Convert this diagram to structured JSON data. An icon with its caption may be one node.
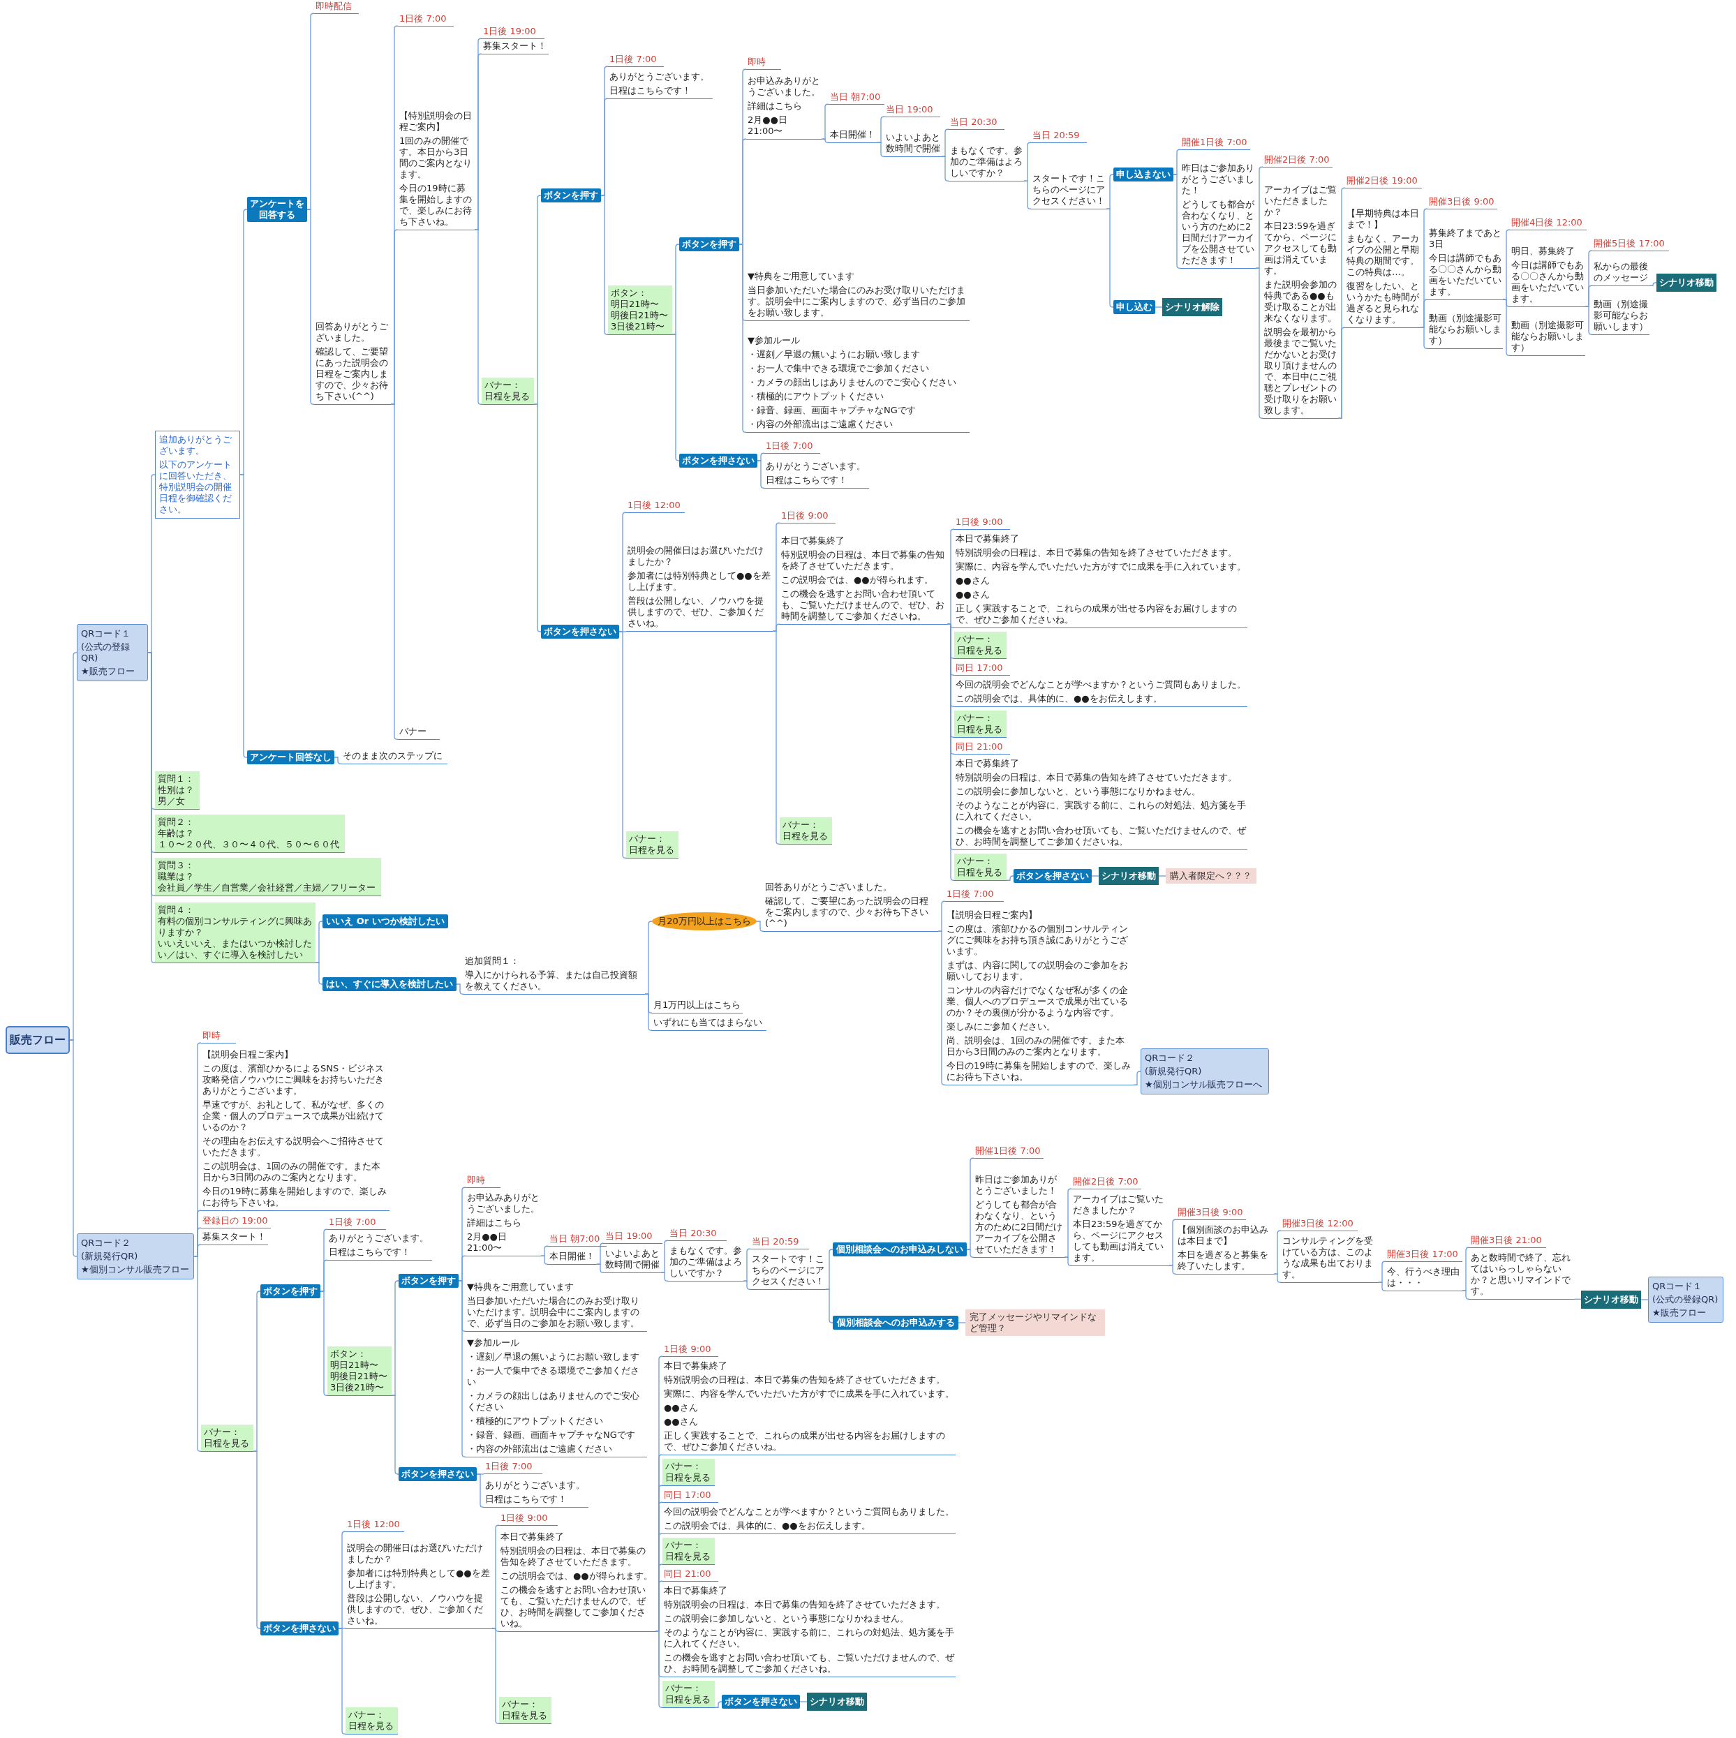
{
  "diagram": {
    "nodes": [
      {
        "text": [
          "販売フロー"
        ]
      },
      {
        "text": [
          "QRコード１",
          "(公式の登録QR)",
          "★販売フロー"
        ]
      },
      {
        "text": [
          "追加ありがとうございます。",
          "以下のアンケートに回答いただき、特別説明会の開催日程を御確認ください。"
        ]
      },
      {
        "text": [
          "アンケートを回答する"
        ]
      },
      {
        "text": [
          "即時配信"
        ]
      },
      {
        "text": [
          "回答ありがとうございました。",
          "確認して、ご要望にあった説明会の日程をご案内しますので、少々お待ち下さい(^^)"
        ]
      },
      {
        "text": [
          "1日後 7:00"
        ]
      },
      {
        "text": [
          "【特別説明会の日程ご案内】",
          "1回のみの開催です。本日から3日間のご案内となります。",
          "今日の19時に募集を開始しますので、楽しみにお待ち下さいね。"
        ]
      },
      {
        "text": [
          "1日後 19:00"
        ]
      },
      {
        "text": [
          "募集スタート！"
        ]
      },
      {
        "text": [
          "バナー：",
          "日程を見る"
        ]
      },
      {
        "text": [
          "ボタンを押す"
        ]
      },
      {
        "text": [
          "1日後 7:00"
        ]
      },
      {
        "text": [
          "ありがとうございます。",
          "日程はこちらです！"
        ]
      },
      {
        "text": [
          "ボタン：",
          "明日21時〜",
          "明後日21時〜",
          "3日後21時〜"
        ]
      },
      {
        "text": [
          "ボタンを押す"
        ]
      },
      {
        "text": [
          "即時"
        ]
      },
      {
        "text": [
          "お申込みありがとうございました。",
          "詳細はこちら",
          "2月●●日21:00〜"
        ]
      },
      {
        "text": [
          "当日 朝7:00"
        ]
      },
      {
        "text": [
          "本日開催！"
        ]
      },
      {
        "text": [
          "当日 19:00"
        ]
      },
      {
        "text": [
          "いよいよあと数時間で開催"
        ]
      },
      {
        "text": [
          "当日 20:30"
        ]
      },
      {
        "text": [
          "まもなくです。参加のご準備はよろしいですか？"
        ]
      },
      {
        "text": [
          "当日 20:59"
        ]
      },
      {
        "text": [
          "スタートです！こちらのページにアクセスください！"
        ]
      },
      {
        "text": [
          "申し込まない"
        ]
      },
      {
        "text": [
          "開催1日後 7:00"
        ]
      },
      {
        "text": [
          "昨日はご参加ありがとうございました！",
          "どうしても都合が合わなくなり、という方のために2日間だけアーカイブを公開させていただきます！"
        ]
      },
      {
        "text": [
          "開催2日後 7:00"
        ]
      },
      {
        "text": [
          "アーカイブはご覧いただきましたか？",
          "本日23:59を過ぎてから、ページにアクセスしても動画は消えています。",
          "また説明会参加の特典である●●も受け取ることが出来なくなります。",
          "説明会を最初から最後までご覧いただかないとお受け取り頂けませんので、本日中にご視聴とプレゼントの受け取りをお願い致します。"
        ]
      },
      {
        "text": [
          "開催2日後 19:00"
        ]
      },
      {
        "text": [
          "【早期特典は本日まで！】",
          "まもなく、アーカイブの公開と早期特典の期間です。この特典は…。",
          "復習をしたい、というかたも時間が過ぎると見られなくなります。"
        ]
      },
      {
        "text": [
          "開催3日後 9:00"
        ]
      },
      {
        "text": [
          "募集終了まであと3日",
          "今日は講師でもある〇〇さんから動画をいただいています。"
        ]
      },
      {
        "text": [
          "動画（別途撮影可能ならお願いします）"
        ]
      },
      {
        "text": [
          "開催4日後 12:00"
        ]
      },
      {
        "text": [
          "明日、募集終了",
          "今日は講師でもある〇〇さんから動画をいただいています。"
        ]
      },
      {
        "text": [
          "動画（別途撮影可能ならお願いします）"
        ]
      },
      {
        "text": [
          "開催5日後 17:00"
        ]
      },
      {
        "text": [
          "私からの最後のメッセージ"
        ]
      },
      {
        "text": [
          "動画（別途撮影可能ならお願いします）"
        ]
      },
      {
        "text": [
          "シナリオ移動"
        ]
      },
      {
        "text": [
          "申し込む"
        ]
      },
      {
        "text": [
          "シナリオ解除"
        ]
      },
      {
        "text": [
          "▼特典をご用意しています",
          "当日参加いただいた場合にのみお受け取りいただけます。説明会中にご案内しますので、必ず当日のご参加をお願い致します。"
        ]
      },
      {
        "text": [
          "▼参加ルール",
          "・遅刻／早退の無いようにお願い致します",
          "・お一人で集中できる環境でご参加ください",
          "・カメラの顔出しはありませんのでご安心ください",
          "・積極的にアウトプットください",
          "・録音、録画、画面キャプチャなNGです",
          "・内容の外部流出はご遠慮ください"
        ]
      },
      {
        "text": [
          "ボタンを押さない"
        ]
      },
      {
        "text": [
          "1日後 7:00"
        ]
      },
      {
        "text": [
          "ありがとうございます。",
          "日程はこちらです！"
        ]
      },
      {
        "text": [
          "ボタンを押さない"
        ]
      },
      {
        "text": [
          "1日後 12:00"
        ]
      },
      {
        "text": [
          "説明会の開催日はお選びいただけましたか？",
          "参加者には特別特典として●●を差し上げます。",
          "普段は公開しない、ノウハウを提供しますので、ぜひ、ご参加くださいね。"
        ]
      },
      {
        "text": [
          "1日後 9:00"
        ]
      },
      {
        "text": [
          "本日で募集終了",
          "特別説明会の日程は、本日で募集の告知を終了させていただきます。",
          "この説明会では、●●が得られます。",
          "この機会を逃すとお問い合わせ頂いても、ご覧いただけませんので、ぜひ、お時間を調整してご参加くださいね。"
        ]
      },
      {
        "text": [
          "1日後 9:00"
        ]
      },
      {
        "text": [
          "本日で募集終了",
          "特別説明会の日程は、本日で募集の告知を終了させていただきます。",
          "実際に、内容を学んでいただいた方がすでに成果を手に入れています。",
          "●●さん",
          "●●さん",
          "正しく実践することで、これらの成果が出せる内容をお届けしますので、ぜひご参加くださいね。"
        ]
      },
      {
        "text": [
          "バナー：",
          "日程を見る"
        ]
      },
      {
        "text": [
          "同日 17:00"
        ]
      },
      {
        "text": [
          "今回の説明会でどんなことが学べますか？というご質問もありました。",
          "この説明会では、具体的に、●●をお伝えします。"
        ]
      },
      {
        "text": [
          "バナー：",
          "日程を見る"
        ]
      },
      {
        "text": [
          "同日 21:00"
        ]
      },
      {
        "text": [
          "本日で募集終了",
          "特別説明会の日程は、本日で募集の告知を終了させていただきます。",
          "この説明会に参加しないと、という事態になりかねません。",
          "そのようなことが内容に、実践する前に、これらの対処法、処方箋を手に入れてください。",
          "この機会を逃すとお問い合わせ頂いても、ご覧いただけませんので、ぜひ、お時間を調整してご参加くださいね。"
        ]
      },
      {
        "text": [
          "バナー：",
          "日程を見る"
        ]
      },
      {
        "text": [
          "ボタンを押さない"
        ]
      },
      {
        "text": [
          "シナリオ移動"
        ]
      },
      {
        "text": [
          "購入者限定へ？？？"
        ]
      },
      {
        "text": [
          "バナー：",
          "日程を見る"
        ]
      },
      {
        "text": [
          "バナー：",
          "日程を見る"
        ]
      },
      {
        "text": [
          "バナー"
        ]
      },
      {
        "text": [
          "アンケート回答なし"
        ]
      },
      {
        "text": [
          "そのまま次のステップに"
        ]
      },
      {
        "text": [
          "質問１：",
          "性別は？",
          "男／女"
        ]
      },
      {
        "text": [
          "質問２：",
          "年齢は？",
          "１０〜２０代、３０〜４０代、５０〜６０代"
        ]
      },
      {
        "text": [
          "質問３：",
          "職業は？",
          "会社員／学生／自営業／会社経営／主婦／フリーター"
        ]
      },
      {
        "text": [
          "質問４：",
          "有料の個別コンサルティングに興味ありますか？",
          "いいえいいえ、またはいつか検討したい／はい、すぐに導入を検討したい"
        ]
      },
      {
        "text": [
          "いいえ Or いつか検討したい"
        ]
      },
      {
        "text": [
          "はい、すぐに導入を検討したい"
        ]
      },
      {
        "text": [
          "追加質問１：",
          "導入にかけられる予算、または自己投資額を教えてください。"
        ]
      },
      {
        "text": [
          "月20万円以上はこちら"
        ]
      },
      {
        "text": [
          "回答ありがとうございました。",
          "確認して、ご要望にあった説明会の日程をご案内しますので、少々お待ち下さい(^^)"
        ]
      },
      {
        "text": [
          "1日後 7:00"
        ]
      },
      {
        "text": [
          "【説明会日程ご案内】",
          "この度は、濱部ひかるの個別コンサルティングにご興味をお持ち頂き誠にありがとうございます。",
          "まずは、内容に関しての説明会のご参加をお願いしております。",
          "コンサルの内容だけでなくなぜ私が多くの企業、個人へのプロデュースで成果が出ているのか？その裏側が分かるような内容です。",
          "楽しみにご参加ください。",
          "尚、説明会は、1回のみの開催です。また本日から3日間のみのご案内となります。",
          "今日の19時に募集を開始しますので、楽しみにお待ち下さいね。"
        ]
      },
      {
        "text": [
          "QRコード２",
          "(新規発行QR)",
          "★個別コンサル販売フローへ"
        ]
      },
      {
        "text": [
          "月1万円以上はこちら"
        ]
      },
      {
        "text": [
          "いずれにも当てはまらない"
        ]
      },
      {
        "text": [
          "QRコード２",
          "(新規発行QR)",
          "★個別コンサル販売フロー"
        ]
      },
      {
        "text": [
          "即時"
        ]
      },
      {
        "text": [
          "【説明会日程ご案内】",
          "この度は、濱部ひかるによるSNS・ビジネス攻略発信ノウハウにご興味をお持ちいただきありがとうございます。",
          "早速ですが、お礼として、私がなぜ、多くの企業・個人のプロデュースで成果が出続けているのか？",
          "その理由をお伝えする説明会へご招待させていただきます。",
          "この説明会は、1回のみの開催です。また本日から3日間のみのご案内となります。",
          "今日の19時に募集を開始しますので、楽しみにお待ち下さいね。"
        ]
      },
      {
        "text": [
          "登録日の 19:00"
        ]
      },
      {
        "text": [
          "募集スタート！"
        ]
      },
      {
        "text": [
          "バナー：",
          "日程を見る"
        ]
      },
      {
        "text": [
          "ボタンを押す"
        ]
      },
      {
        "text": [
          "1日後 7:00"
        ]
      },
      {
        "text": [
          "ありがとうございます。",
          "日程はこちらです！"
        ]
      },
      {
        "text": [
          "ボタン：",
          "明日21時〜",
          "明後日21時〜",
          "3日後21時〜"
        ]
      },
      {
        "text": [
          "ボタンを押す"
        ]
      },
      {
        "text": [
          "即時"
        ]
      },
      {
        "text": [
          "お申込みありがとうございました。",
          "詳細はこちら",
          "2月●●日21:00〜"
        ]
      },
      {
        "text": [
          "当日 朝7:00"
        ]
      },
      {
        "text": [
          "本日開催！"
        ]
      },
      {
        "text": [
          "当日 19:00"
        ]
      },
      {
        "text": [
          "いよいよあと数時間で開催"
        ]
      },
      {
        "text": [
          "当日 20:30"
        ]
      },
      {
        "text": [
          "まもなくです。参加のご準備はよろしいですか？"
        ]
      },
      {
        "text": [
          "当日 20:59"
        ]
      },
      {
        "text": [
          "スタートです！こちらのページにアクセスください！"
        ]
      },
      {
        "text": [
          "個別相談会へのお申込みしない"
        ]
      },
      {
        "text": [
          "開催1日後 7:00"
        ]
      },
      {
        "text": [
          "昨日はご参加ありがとうございました！",
          "どうしても都合が合わなくなり、という方のために2日間だけアーカイブを公開させていただきます！"
        ]
      },
      {
        "text": [
          "開催2日後 7:00"
        ]
      },
      {
        "text": [
          "アーカイブはご覧いただきましたか？",
          "本日23:59を過ぎてから、ページにアクセスしても動画は消えています。"
        ]
      },
      {
        "text": [
          "開催3日後 9:00"
        ]
      },
      {
        "text": [
          "【個別面談のお申込みは本日まで】",
          "本日を過ぎると募集を終了いたします。"
        ]
      },
      {
        "text": [
          "開催3日後 12:00"
        ]
      },
      {
        "text": [
          "コンサルティングを受けている方は、このような成果も出ております。"
        ]
      },
      {
        "text": [
          "開催3日後 17:00"
        ]
      },
      {
        "text": [
          "今、行うべき理由は・・・"
        ]
      },
      {
        "text": [
          "開催3日後 21:00"
        ]
      },
      {
        "text": [
          "あと数時間で終了、忘れてはいらっしゃらないか？と思いリマインドです。"
        ]
      },
      {
        "text": [
          "シナリオ移動"
        ]
      },
      {
        "text": [
          "QRコード１",
          "(公式の登録QR)",
          "★販売フロー"
        ]
      },
      {
        "text": [
          "個別相談会へのお申込みする"
        ]
      },
      {
        "text": [
          "完了メッセージやリマインドなど管理？"
        ]
      },
      {
        "text": [
          "▼特典をご用意しています",
          "当日参加いただいた場合にのみお受け取りいただけます。説明会中にご案内しますので、必ず当日のご参加をお願い致します。"
        ]
      },
      {
        "text": [
          "▼参加ルール",
          "・遅刻／早退の無いようにお願い致します",
          "・お一人で集中できる環境でご参加ください",
          "・カメラの顔出しはありませんのでご安心ください",
          "・積極的にアウトプットください",
          "・録音、録画、画面キャプチャなNGです",
          "・内容の外部流出はご遠慮ください"
        ]
      },
      {
        "text": [
          "ボタンを押さない"
        ]
      },
      {
        "text": [
          "1日後 7:00"
        ]
      },
      {
        "text": [
          "ありがとうございます。",
          "日程はこちらです！"
        ]
      },
      {
        "text": [
          "ボタンを押さない"
        ]
      },
      {
        "text": [
          "1日後 12:00"
        ]
      },
      {
        "text": [
          "説明会の開催日はお選びいただけましたか？",
          "参加者には特別特典として●●を差し上げます。",
          "普段は公開しない、ノウハウを提供しますので、ぜひ、ご参加くださいね。"
        ]
      },
      {
        "text": [
          "1日後 9:00"
        ]
      },
      {
        "text": [
          "本日で募集終了",
          "特別説明会の日程は、本日で募集の告知を終了させていただきます。",
          "この説明会では、●●が得られます。",
          "この機会を逃すとお問い合わせ頂いても、ご覧いただけませんので、ぜひ、お時間を調整してご参加くださいね。"
        ]
      },
      {
        "text": [
          "1日後 9:00"
        ]
      },
      {
        "text": [
          "本日で募集終了",
          "特別説明会の日程は、本日で募集の告知を終了させていただきます。",
          "実際に、内容を学んでいただいた方がすでに成果を手に入れています。",
          "●●さん",
          "●●さん",
          "正しく実践することで、これらの成果が出せる内容をお届けしますので、ぜひご参加くださいね。"
        ]
      },
      {
        "text": [
          "バナー：",
          "日程を見る"
        ]
      },
      {
        "text": [
          "同日 17:00"
        ]
      },
      {
        "text": [
          "今回の説明会でどんなことが学べますか？というご質問もありました。",
          "この説明会では、具体的に、●●をお伝えします。"
        ]
      },
      {
        "text": [
          "バナー：",
          "日程を見る"
        ]
      },
      {
        "text": [
          "同日 21:00"
        ]
      },
      {
        "text": [
          "本日で募集終了",
          "特別説明会の日程は、本日で募集の告知を終了させていただきます。",
          "この説明会に参加しないと、という事態になりかねません。",
          "そのようなことが内容に、実践する前に、これらの対処法、処方箋を手に入れてください。",
          "この機会を逃すとお問い合わせ頂いても、ご覧いただけませんので、ぜひ、お時間を調整してご参加くださいね。"
        ]
      },
      {
        "text": [
          "バナー：",
          "日程を見る"
        ]
      },
      {
        "text": [
          "ボタンを押さない"
        ]
      },
      {
        "text": [
          "シナリオ移動"
        ]
      },
      {
        "text": [
          "バナー：",
          "日程を見る"
        ]
      },
      {
        "text": [
          "バナー：",
          "日程を見る"
        ]
      }
    ],
    "edges": [
      {
        "from": 0,
        "to": 1,
        "arrow": "none"
      },
      {
        "from": 0,
        "to": 86,
        "arrow": "none"
      },
      {
        "from": 1,
        "to": 2,
        "arrow": "none"
      },
      {
        "from": 1,
        "to": 72,
        "arrow": "none"
      },
      {
        "from": 1,
        "to": 73,
        "arrow": "none"
      },
      {
        "from": 1,
        "to": 74,
        "arrow": "none"
      },
      {
        "from": 1,
        "to": 75,
        "arrow": "none"
      },
      {
        "from": 2,
        "to": 3,
        "arrow": "none"
      },
      {
        "from": 2,
        "to": 70,
        "arrow": "none"
      },
      {
        "from": 3,
        "to": 4,
        "arrow": "none"
      },
      {
        "from": 3,
        "to": 5,
        "arrow": "none"
      },
      {
        "from": 5,
        "to": 6,
        "arrow": "none"
      },
      {
        "from": 5,
        "to": 7,
        "arrow": "none"
      },
      {
        "from": 5,
        "to": 69,
        "arrow": "none"
      },
      {
        "from": 7,
        "to": 8,
        "arrow": "none"
      },
      {
        "from": 7,
        "to": 9,
        "arrow": "none"
      },
      {
        "from": 7,
        "to": 10,
        "arrow": "none"
      },
      {
        "from": 10,
        "to": 11,
        "arrow": "none"
      },
      {
        "from": 10,
        "to": 50,
        "arrow": "none"
      },
      {
        "from": 11,
        "to": 12,
        "arrow": "none"
      },
      {
        "from": 11,
        "to": 13,
        "arrow": "none"
      },
      {
        "from": 11,
        "to": 14,
        "arrow": "none"
      },
      {
        "from": 14,
        "to": 15,
        "arrow": "none"
      },
      {
        "from": 14,
        "to": 47,
        "arrow": "none"
      },
      {
        "from": 15,
        "to": 16,
        "arrow": "none"
      },
      {
        "from": 15,
        "to": 17,
        "arrow": "none"
      },
      {
        "from": 15,
        "to": 45,
        "arrow": "none"
      },
      {
        "from": 15,
        "to": 46,
        "arrow": "none"
      },
      {
        "from": 17,
        "to": 18,
        "arrow": "none"
      },
      {
        "from": 17,
        "to": 19,
        "arrow": "none"
      },
      {
        "from": 19,
        "to": 20,
        "arrow": "none"
      },
      {
        "from": 19,
        "to": 21,
        "arrow": "none"
      },
      {
        "from": 21,
        "to": 22,
        "arrow": "none"
      },
      {
        "from": 21,
        "to": 23,
        "arrow": "none"
      },
      {
        "from": 23,
        "to": 24,
        "arrow": "none"
      },
      {
        "from": 23,
        "to": 25,
        "arrow": "none"
      },
      {
        "from": 25,
        "to": 26,
        "arrow": "none"
      },
      {
        "from": 25,
        "to": 43,
        "arrow": "none"
      },
      {
        "from": 26,
        "to": 27,
        "arrow": "none"
      },
      {
        "from": 26,
        "to": 28,
        "arrow": "none"
      },
      {
        "from": 28,
        "to": 29,
        "arrow": "none"
      },
      {
        "from": 28,
        "to": 30,
        "arrow": "none"
      },
      {
        "from": 30,
        "to": 31,
        "arrow": "none"
      },
      {
        "from": 30,
        "to": 32,
        "arrow": "none"
      },
      {
        "from": 32,
        "to": 33,
        "arrow": "none"
      },
      {
        "from": 32,
        "to": 34,
        "arrow": "none"
      },
      {
        "from": 32,
        "to": 35,
        "arrow": "none"
      },
      {
        "from": 34,
        "to": 36,
        "arrow": "none"
      },
      {
        "from": 34,
        "to": 37,
        "arrow": "none"
      },
      {
        "from": 34,
        "to": 38,
        "arrow": "none"
      },
      {
        "from": 37,
        "to": 39,
        "arrow": "none"
      },
      {
        "from": 37,
        "to": 40,
        "arrow": "none"
      },
      {
        "from": 37,
        "to": 41,
        "arrow": "none"
      },
      {
        "from": 40,
        "to": 42,
        "arrow": "none"
      },
      {
        "from": 43,
        "to": 44,
        "arrow": "none"
      },
      {
        "from": 47,
        "to": 48,
        "arrow": "none"
      },
      {
        "from": 47,
        "to": 49,
        "arrow": "none"
      },
      {
        "from": 50,
        "to": 51,
        "arrow": "none"
      },
      {
        "from": 50,
        "to": 52,
        "arrow": "none"
      },
      {
        "from": 50,
        "to": 68,
        "arrow": "none"
      },
      {
        "from": 52,
        "to": 53,
        "arrow": "none"
      },
      {
        "from": 52,
        "to": 54,
        "arrow": "none"
      },
      {
        "from": 52,
        "to": 67,
        "arrow": "none"
      },
      {
        "from": 54,
        "to": 55,
        "arrow": "none"
      },
      {
        "from": 54,
        "to": 56,
        "arrow": "none"
      },
      {
        "from": 54,
        "to": 57,
        "arrow": "none"
      },
      {
        "from": 54,
        "to": 58,
        "arrow": "none"
      },
      {
        "from": 54,
        "to": 59,
        "arrow": "none"
      },
      {
        "from": 54,
        "to": 60,
        "arrow": "none"
      },
      {
        "from": 54,
        "to": 61,
        "arrow": "none"
      },
      {
        "from": 54,
        "to": 62,
        "arrow": "none"
      },
      {
        "from": 54,
        "to": 63,
        "arrow": "none"
      },
      {
        "from": 63,
        "to": 64,
        "arrow": "none"
      },
      {
        "from": 64,
        "to": 65,
        "arrow": "none"
      },
      {
        "from": 65,
        "to": 66,
        "arrow": "none"
      },
      {
        "from": 70,
        "to": 71,
        "arrow": "none"
      },
      {
        "from": 75,
        "to": 76,
        "arrow": "none"
      },
      {
        "from": 75,
        "to": 77,
        "arrow": "none"
      },
      {
        "from": 77,
        "to": 78,
        "arrow": "none"
      },
      {
        "from": 78,
        "to": 79,
        "arrow": "none"
      },
      {
        "from": 78,
        "to": 84,
        "arrow": "none"
      },
      {
        "from": 78,
        "to": 85,
        "arrow": "none"
      },
      {
        "from": 79,
        "to": 80,
        "arrow": "none"
      },
      {
        "from": 80,
        "to": 81,
        "arrow": "none"
      },
      {
        "from": 80,
        "to": 82,
        "arrow": "none"
      },
      {
        "from": 82,
        "to": 83,
        "arrow": "none"
      },
      {
        "from": 86,
        "to": 87,
        "arrow": "none"
      },
      {
        "from": 86,
        "to": 88,
        "arrow": "none"
      },
      {
        "from": 86,
        "to": 89,
        "arrow": "none"
      },
      {
        "from": 86,
        "to": 90,
        "arrow": "none"
      },
      {
        "from": 86,
        "to": 91,
        "arrow": "none"
      },
      {
        "from": 91,
        "to": 92,
        "arrow": "none"
      },
      {
        "from": 91,
        "to": 129,
        "arrow": "none"
      },
      {
        "from": 92,
        "to": 93,
        "arrow": "none"
      },
      {
        "from": 92,
        "to": 94,
        "arrow": "none"
      },
      {
        "from": 92,
        "to": 95,
        "arrow": "none"
      },
      {
        "from": 95,
        "to": 96,
        "arrow": "none"
      },
      {
        "from": 95,
        "to": 126,
        "arrow": "none"
      },
      {
        "from": 96,
        "to": 97,
        "arrow": "none"
      },
      {
        "from": 96,
        "to": 98,
        "arrow": "none"
      },
      {
        "from": 96,
        "to": 124,
        "arrow": "none"
      },
      {
        "from": 96,
        "to": 125,
        "arrow": "none"
      },
      {
        "from": 98,
        "to": 99,
        "arrow": "none"
      },
      {
        "from": 98,
        "to": 100,
        "arrow": "none"
      },
      {
        "from": 100,
        "to": 101,
        "arrow": "none"
      },
      {
        "from": 100,
        "to": 102,
        "arrow": "none"
      },
      {
        "from": 102,
        "to": 103,
        "arrow": "none"
      },
      {
        "from": 102,
        "to": 104,
        "arrow": "none"
      },
      {
        "from": 104,
        "to": 105,
        "arrow": "none"
      },
      {
        "from": 104,
        "to": 106,
        "arrow": "none"
      },
      {
        "from": 106,
        "to": 107,
        "arrow": "none"
      },
      {
        "from": 106,
        "to": 122,
        "arrow": "none"
      },
      {
        "from": 107,
        "to": 108,
        "arrow": "none"
      },
      {
        "from": 107,
        "to": 109,
        "arrow": "none"
      },
      {
        "from": 109,
        "to": 110,
        "arrow": "none"
      },
      {
        "from": 109,
        "to": 111,
        "arrow": "none"
      },
      {
        "from": 111,
        "to": 112,
        "arrow": "none"
      },
      {
        "from": 111,
        "to": 113,
        "arrow": "none"
      },
      {
        "from": 113,
        "to": 114,
        "arrow": "none"
      },
      {
        "from": 113,
        "to": 115,
        "arrow": "none"
      },
      {
        "from": 115,
        "to": 116,
        "arrow": "none"
      },
      {
        "from": 115,
        "to": 117,
        "arrow": "none"
      },
      {
        "from": 117,
        "to": 118,
        "arrow": "none"
      },
      {
        "from": 117,
        "to": 119,
        "arrow": "none"
      },
      {
        "from": 119,
        "to": 120,
        "arrow": "none"
      },
      {
        "from": 120,
        "to": 121,
        "arrow": "none"
      },
      {
        "from": 122,
        "to": 123,
        "arrow": "none"
      },
      {
        "from": 126,
        "to": 127,
        "arrow": "none"
      },
      {
        "from": 126,
        "to": 128,
        "arrow": "none"
      },
      {
        "from": 129,
        "to": 130,
        "arrow": "none"
      },
      {
        "from": 129,
        "to": 131,
        "arrow": "none"
      },
      {
        "from": 129,
        "to": 146,
        "arrow": "none"
      },
      {
        "from": 131,
        "to": 132,
        "arrow": "none"
      },
      {
        "from": 131,
        "to": 133,
        "arrow": "none"
      },
      {
        "from": 131,
        "to": 145,
        "arrow": "none"
      },
      {
        "from": 133,
        "to": 134,
        "arrow": "none"
      },
      {
        "from": 133,
        "to": 135,
        "arrow": "none"
      },
      {
        "from": 133,
        "to": 136,
        "arrow": "none"
      },
      {
        "from": 133,
        "to": 137,
        "arrow": "none"
      },
      {
        "from": 133,
        "to": 138,
        "arrow": "none"
      },
      {
        "from": 133,
        "to": 139,
        "arrow": "none"
      },
      {
        "from": 133,
        "to": 140,
        "arrow": "none"
      },
      {
        "from": 133,
        "to": 141,
        "arrow": "none"
      },
      {
        "from": 133,
        "to": 142,
        "arrow": "none"
      },
      {
        "from": 142,
        "to": 143,
        "arrow": "none"
      },
      {
        "from": 143,
        "to": 144,
        "arrow": "none"
      }
    ]
  }
}
